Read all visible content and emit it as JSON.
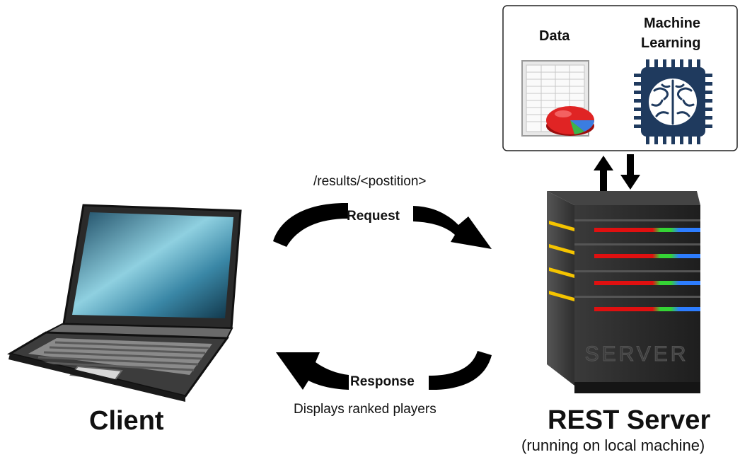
{
  "panel": {
    "data_label": "Data",
    "ml_label": [
      "Machine",
      "Learning"
    ]
  },
  "flow": {
    "endpoint": "/results/<postition>",
    "request": "Request",
    "response": "Response",
    "response_note": "Displays ranked players"
  },
  "client": {
    "label": "Client"
  },
  "server": {
    "label": "REST Server",
    "sublabel": "(running on local machine)",
    "engraving": "SERVER"
  },
  "colors": {
    "panel_border": "#222222",
    "arrow": "#000000",
    "chip": "#1f3a5e",
    "server_body": "#2a2a2a",
    "led_yellow": "#f5c400",
    "led_red": "#e01010",
    "led_green": "#35d435",
    "led_blue": "#2d7dff"
  },
  "icons": [
    "spreadsheet-pie-icon",
    "brain-chip-icon",
    "laptop-icon",
    "server-tower-icon",
    "up-arrow-icon",
    "down-arrow-icon"
  ]
}
